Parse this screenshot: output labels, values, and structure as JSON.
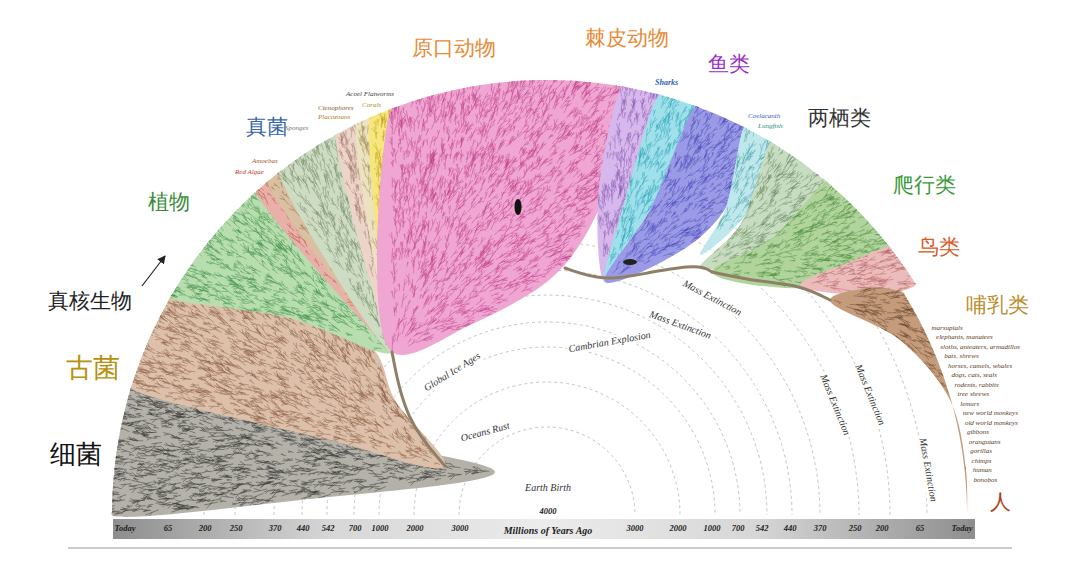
{
  "diagram": {
    "labels": [
      "细菌",
      "古菌",
      "真核生物",
      "植物",
      "真菌",
      "原口动物",
      "棘皮动物",
      "鱼类",
      "两栖类",
      "爬行类",
      "鸟类",
      "哺乳类",
      "人",
      "Red Algae",
      "Amoebas",
      "Sponges",
      "Placozoans",
      "Ctenophores",
      "Corals",
      "Acoel Flatworms",
      "Sharks",
      "Coelacanth",
      "Lungfish",
      "Global Ice Ages",
      "Oceans Rust",
      "Earth Birth",
      "Cambrian Explosion",
      "Mass Extinction",
      "Mass Extinction",
      "Mass Extinction",
      "Mass Extinction",
      "Mass Extinction",
      "Today",
      "65",
      "200",
      "250",
      "370",
      "440",
      "542",
      "700",
      "1000",
      "2000",
      "3000",
      "4000",
      "3000",
      "2000",
      "1000",
      "700",
      "542",
      "440",
      "370",
      "250",
      "200",
      "65",
      "Today",
      "Millions of Years Ago",
      "marsupials",
      "elephants, manatees",
      "sloths, anteaters, armadillos",
      "bats, shrews",
      "horses, camels, whales",
      "dogs, cats, seals",
      "rodents, rabbits",
      "tree shrews",
      "lemurs",
      "new world monkeys",
      "old world monkeys",
      "gibbons",
      "orangutans",
      "gorillas",
      "chimps",
      "human",
      "bonobos"
    ]
  }
}
